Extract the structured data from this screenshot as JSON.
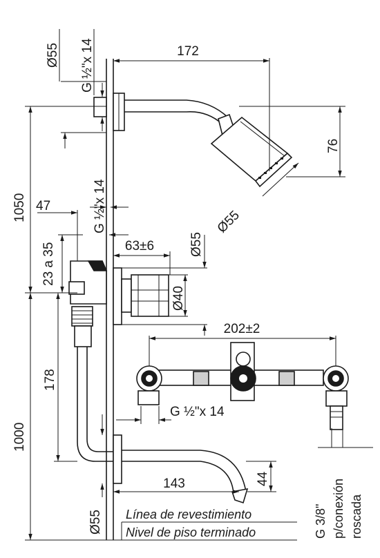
{
  "dimensions": {
    "d55_top": "Ø55",
    "thread_top": "G ½\"x 14",
    "w172": "172",
    "h76": "76",
    "d55_shower": "Ø55",
    "h1050": "1050",
    "thread_mid": "G ½\"x 14",
    "w47": "47",
    "range23": "23 a 35",
    "d55_mid": "Ø55",
    "w63": "63±6",
    "d40": "Ø40",
    "w202": "202±2",
    "h178": "178",
    "thread_bottom": "G ½\"x 14",
    "h1000": "1000",
    "w143": "143",
    "h44": "44",
    "d55_bottom": "Ø55"
  },
  "notes": {
    "linea": "Línea de revestimiento",
    "nivel": "Nivel de piso terminado",
    "g38": "G 3/8\"",
    "conexion": "p/conexión",
    "roscada": "roscada"
  }
}
